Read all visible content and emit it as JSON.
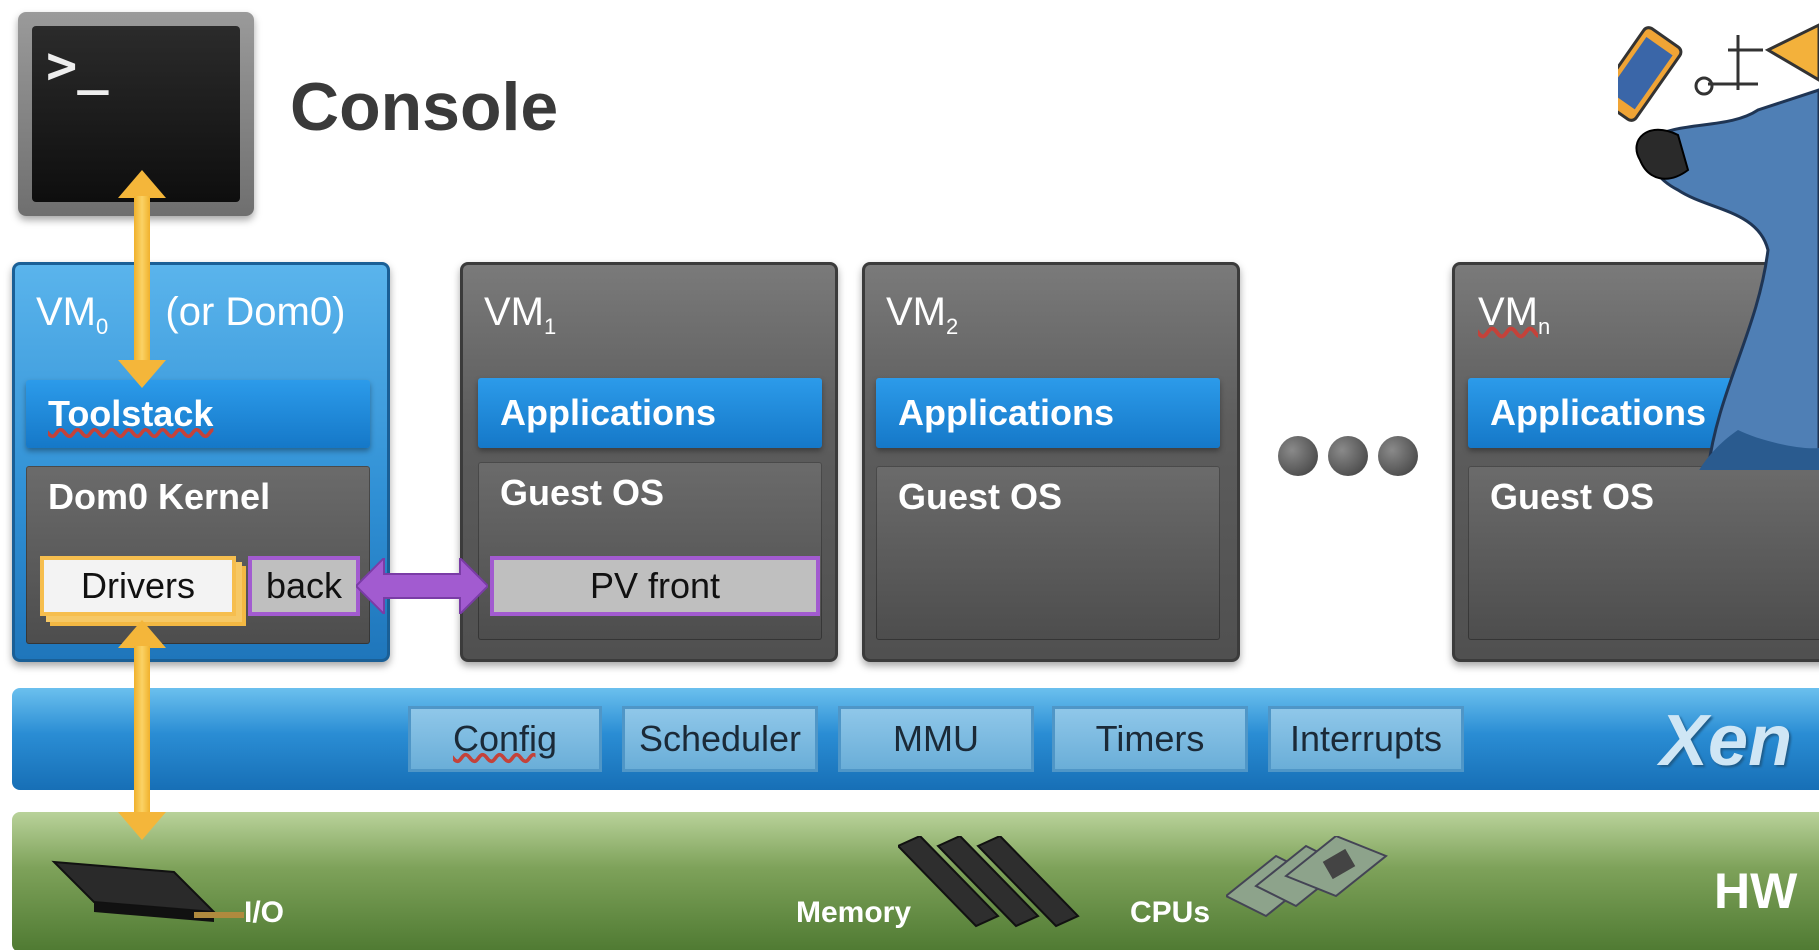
{
  "console": {
    "prompt": ">_",
    "title": "Console"
  },
  "vms": {
    "vm0": {
      "name": "VM",
      "sub": "0",
      "extra": "(or Dom0)",
      "toolstack": "Toolstack",
      "kernel": "Dom0 Kernel",
      "drivers": "Drivers",
      "back": "back"
    },
    "vm1": {
      "name": "VM",
      "sub": "1",
      "apps": "Applications",
      "os": "Guest OS",
      "front": "PV front"
    },
    "vm2": {
      "name": "VM",
      "sub": "2",
      "apps": "Applications",
      "os": "Guest OS"
    },
    "vmn": {
      "name": "VM",
      "sub": "n",
      "apps": "Applications",
      "os": "Guest OS"
    }
  },
  "xen": {
    "modules": [
      "Config",
      "Scheduler",
      "MMU",
      "Timers",
      "Interrupts"
    ],
    "logo": "Xen"
  },
  "hw": {
    "io": "I/O",
    "memory": "Memory",
    "cpus": "CPUs",
    "label": "HW"
  },
  "colors": {
    "vm0_blue": "#2f8fd4",
    "apps_blue": "#1578c8",
    "vm_gray": "#5d5d5d",
    "pv_purple": "#a25bd0",
    "arrow_yellow": "#f4b63a",
    "xen_blue": "#2a8dd4",
    "hw_green": "#7ea25a"
  }
}
